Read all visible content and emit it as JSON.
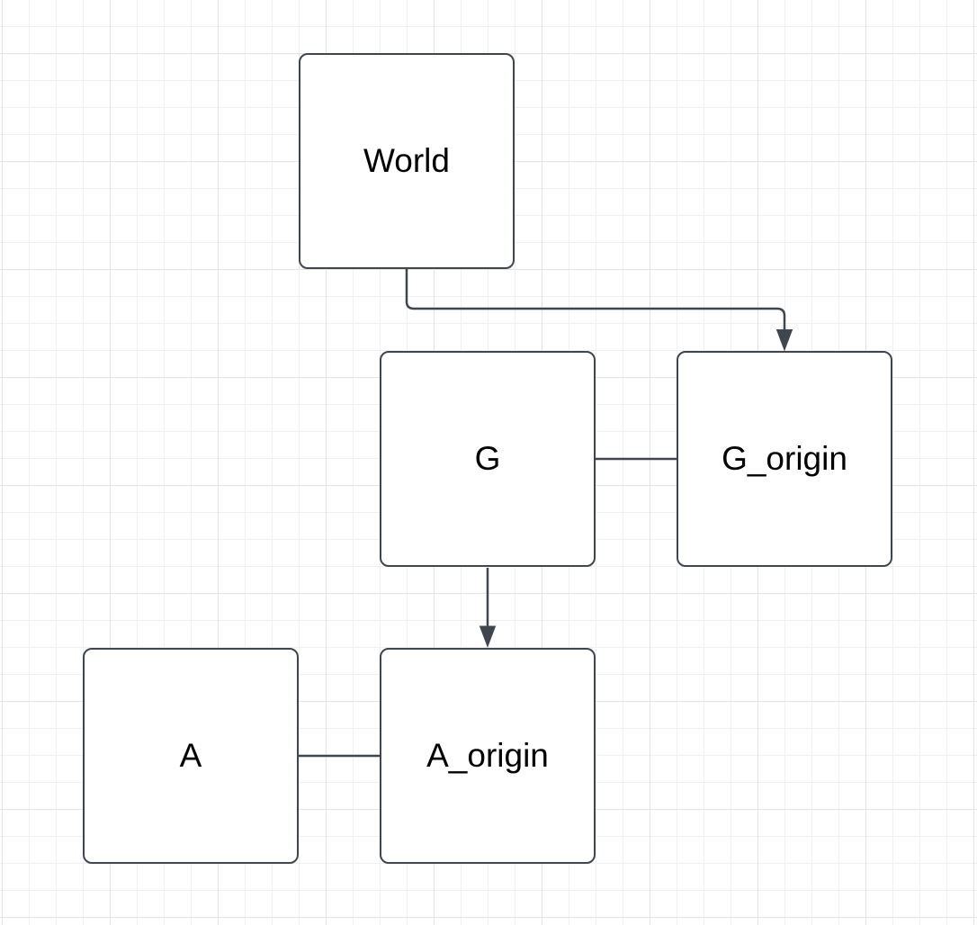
{
  "canvas": {
    "background_color": "#ffffff",
    "grid_minor_color": "#f0f0f0",
    "grid_major_color": "#e3e3e3",
    "stroke_color": "#3f464d",
    "text_color": "#000000"
  },
  "nodes": [
    {
      "id": "world",
      "label": "World"
    },
    {
      "id": "g",
      "label": "G"
    },
    {
      "id": "g_origin",
      "label": "G_origin"
    },
    {
      "id": "a",
      "label": "A"
    },
    {
      "id": "a_origin",
      "label": "A_origin"
    }
  ],
  "edges": [
    {
      "id": "world-to-g-origin",
      "from": "World",
      "to": "G_origin",
      "arrow": "true"
    },
    {
      "id": "g-to-g-origin",
      "from": "G",
      "to": "G_origin",
      "arrow": "false"
    },
    {
      "id": "g-to-a-origin",
      "from": "G",
      "to": "A_origin",
      "arrow": "true"
    },
    {
      "id": "a-to-a-origin",
      "from": "A",
      "to": "A_origin",
      "arrow": "false"
    }
  ]
}
